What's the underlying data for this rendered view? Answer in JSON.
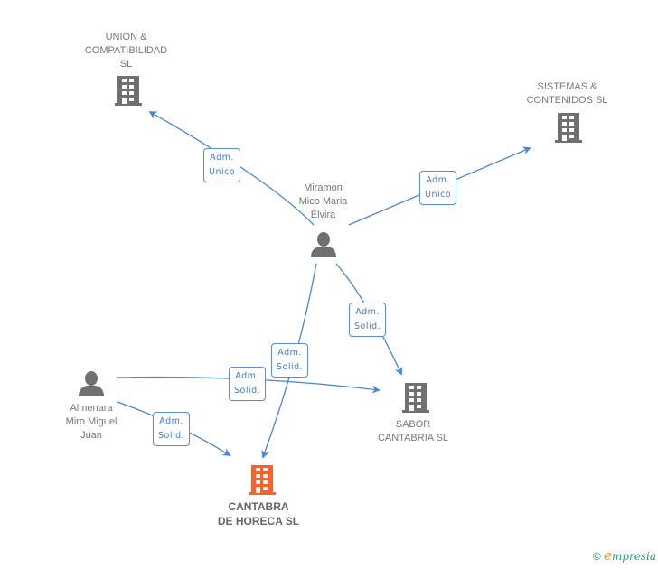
{
  "diagram": {
    "nodes": [
      {
        "id": "union",
        "type": "company",
        "label": "UNION &\nCOMPATIBILIDAD\nSL",
        "highlight": false
      },
      {
        "id": "sistemas",
        "type": "company",
        "label": "SISTEMAS &\nCONTENIDOS  SL",
        "highlight": false
      },
      {
        "id": "miramon",
        "type": "person",
        "label": "Miramon\nMico Maria\nElvira",
        "highlight": false
      },
      {
        "id": "almenara",
        "type": "person",
        "label": "Almenara\nMiro Miguel\nJuan",
        "highlight": false
      },
      {
        "id": "sabor",
        "type": "company",
        "label": "SABOR\nCANTABRIA SL",
        "highlight": false
      },
      {
        "id": "cantabra",
        "type": "company",
        "label": "CANTABRA\nDE HORECA SL",
        "highlight": true
      }
    ],
    "edges": [
      {
        "from": "miramon",
        "to": "union",
        "label_line1": "Adm.",
        "label_line2": "Unico"
      },
      {
        "from": "miramon",
        "to": "sistemas",
        "label_line1": "Adm.",
        "label_line2": "Unico"
      },
      {
        "from": "miramon",
        "to": "sabor",
        "label_line1": "Adm.",
        "label_line2": "Solid."
      },
      {
        "from": "miramon",
        "to": "cantabra",
        "label_line1": "Adm.",
        "label_line2": "Solid."
      },
      {
        "from": "almenara",
        "to": "sabor",
        "label_line1": "Adm.",
        "label_line2": "Solid."
      },
      {
        "from": "almenara",
        "to": "cantabra",
        "label_line1": "Adm.",
        "label_line2": "Solid."
      }
    ],
    "colors": {
      "edge": "#4a86d8",
      "icon": "#707070",
      "highlight_icon": "#f4622e",
      "label_text": "#777777"
    }
  },
  "footer": {
    "copyright_symbol": "©",
    "brand_initial": "e",
    "brand_rest": "mpresia"
  }
}
